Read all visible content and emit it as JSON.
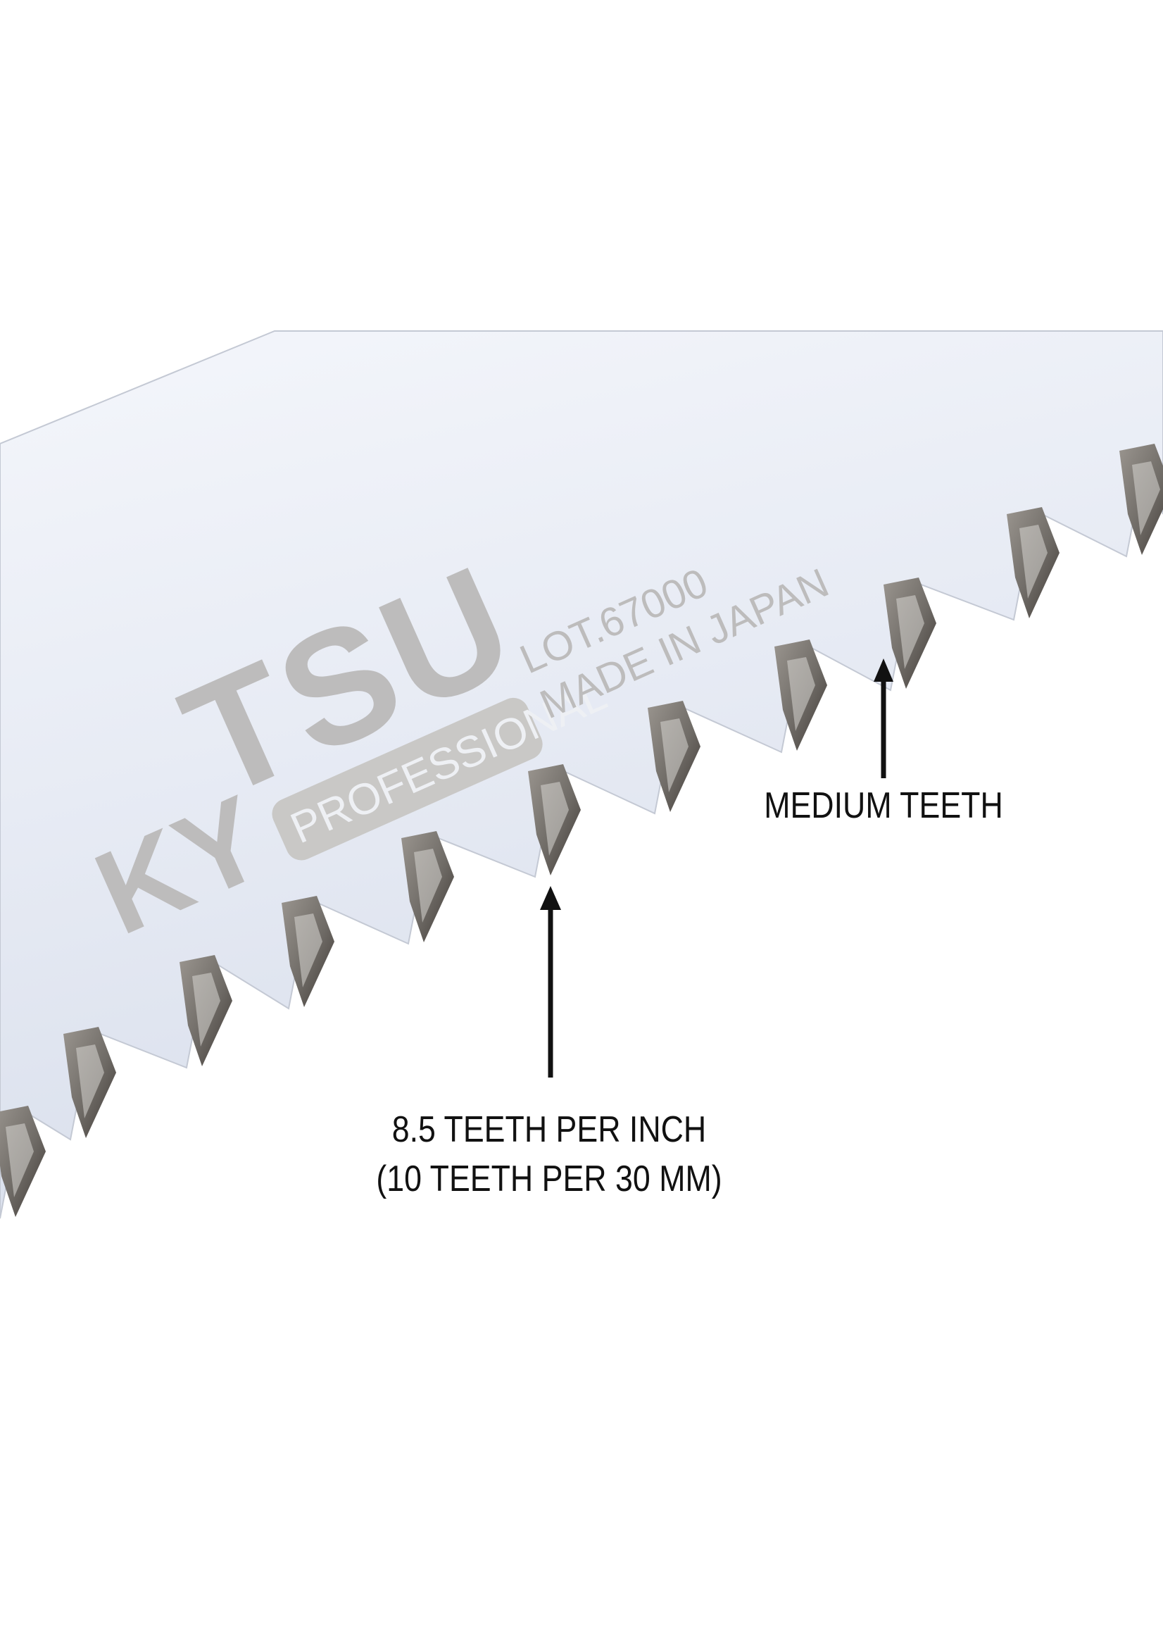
{
  "blade": {
    "brand_fragment": "KY",
    "model_fragment": "TSU",
    "badge_text": "PROFESSIONAL",
    "lot_text": "LOT.67000",
    "origin_text": "MADE IN JAPAN",
    "colors": {
      "blade_light": "#eef1f8",
      "blade_shade": "#d5dbe8",
      "engraving": "#bdbcbc",
      "badge_fill": "#c9c8c6",
      "tooth_bevel": "#6f6b66",
      "tooth_dark": "#3d3733"
    }
  },
  "annotations": {
    "medium_teeth": "MEDIUM TEETH",
    "tpi_line1": "8.5 TEETH PER INCH",
    "tpi_line2": "(10 TEETH PER 30 MM)"
  }
}
